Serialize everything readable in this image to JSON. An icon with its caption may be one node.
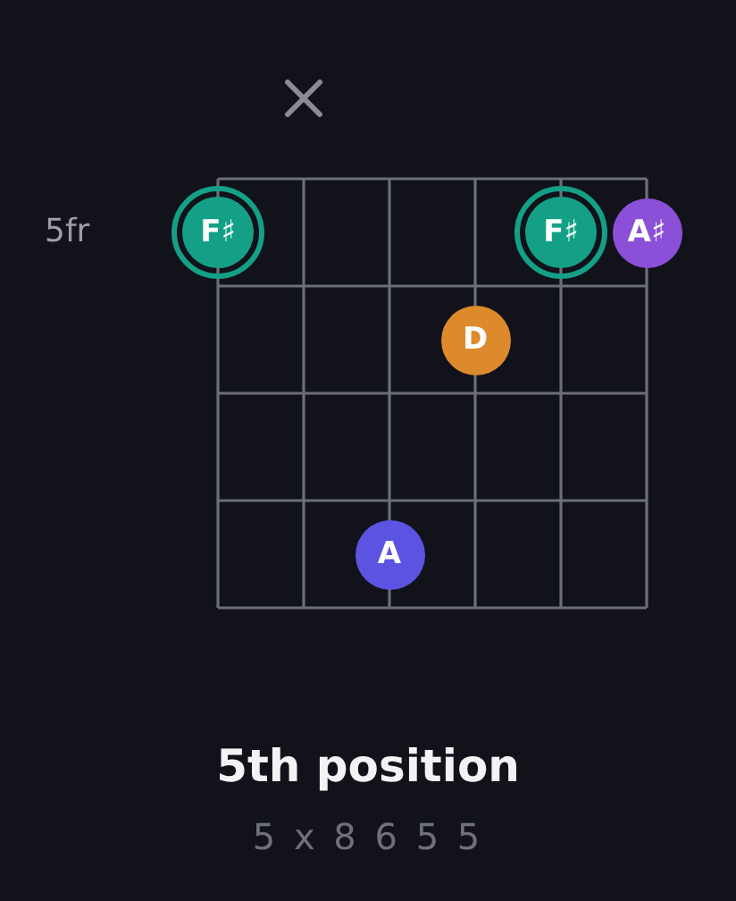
{
  "diagram": {
    "title": "5th position",
    "caption": "5 x 8 6 5 5",
    "nodes": [
      {
        "text": [
          "F♯"
        ]
      },
      {
        "text": [
          "F♯"
        ]
      },
      {
        "text": [
          "A♯"
        ]
      },
      {
        "text": [
          "D"
        ]
      },
      {
        "text": [
          "A"
        ]
      }
    ],
    "labels": [
      "5fr"
    ]
  }
}
